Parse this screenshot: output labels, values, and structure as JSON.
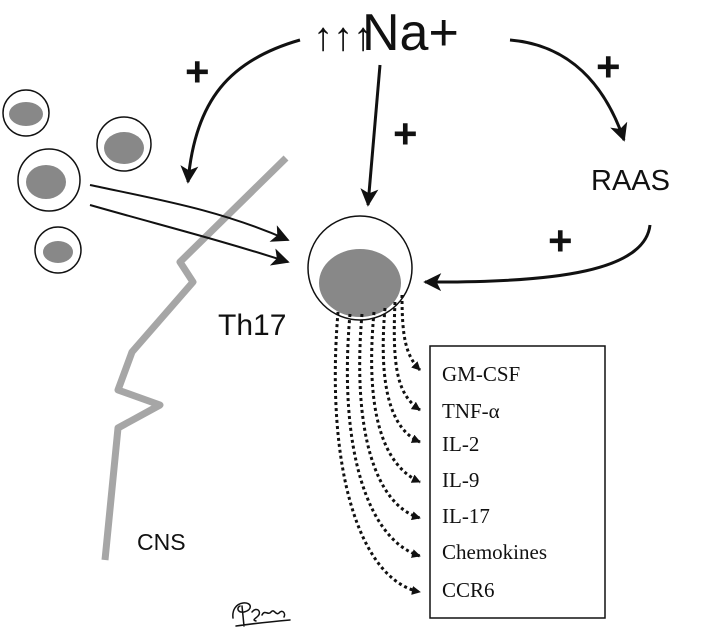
{
  "sodium": {
    "arrows_glyph": "↑↑↑",
    "label": "Na+"
  },
  "signs": {
    "left": "+",
    "center": "+",
    "right": "+",
    "raas": "+"
  },
  "raas": {
    "label": "RAAS"
  },
  "cell": {
    "label": "Th17"
  },
  "cns": {
    "label": "CNS"
  },
  "products": [
    "GM-CSF",
    "TNF-α",
    "IL-2",
    "IL-9",
    "IL-17",
    "Chemokines",
    "CCR6"
  ],
  "colors": {
    "ink": "#111111",
    "nucleus": "#888888",
    "cns_line": "#a6a6a6",
    "background": "#ffffff"
  },
  "icons": {
    "signature": "signature-scribble"
  }
}
